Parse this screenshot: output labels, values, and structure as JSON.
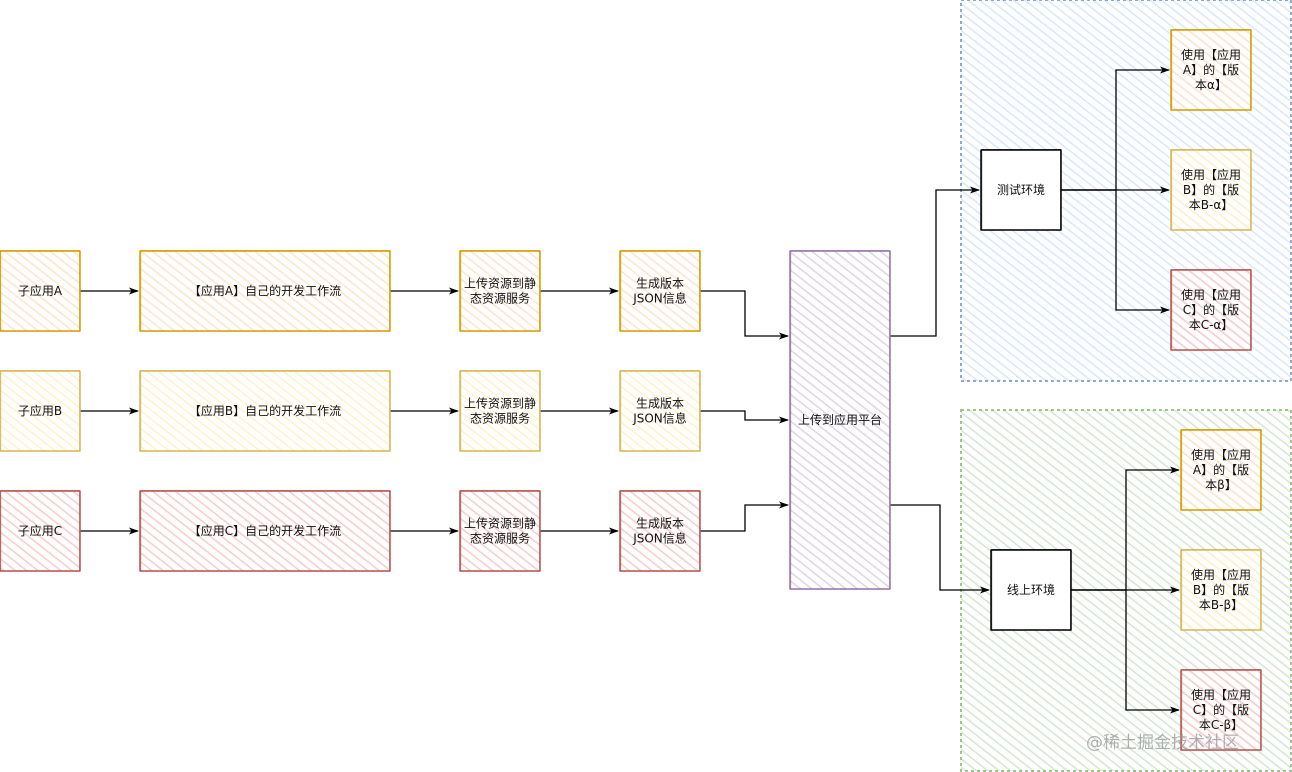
{
  "colors": {
    "orange_stroke": "#d79b00",
    "orange_fill": "#ffe6cc",
    "yellow_stroke": "#d6b656",
    "yellow_fill": "#fff2cc",
    "red_stroke": "#b85450",
    "red_fill": "#f8cecc",
    "purple_stroke": "#9673a6",
    "purple_fill": "#e1d5e7",
    "black_stroke": "#000000",
    "white_fill": "#ffffff",
    "blue_stroke": "#6c8ebf",
    "blue_fill": "#dae8fc",
    "green_stroke": "#82b366",
    "green_fill": "#d5e8d4"
  },
  "pipelines": [
    {
      "app": [
        "子应用A"
      ],
      "workflow": [
        "【应用A】自己的开发工作流"
      ],
      "upload_static": [
        "上传资源到静",
        "态资源服务"
      ],
      "gen_json": [
        "生成版本",
        "JSON信息"
      ]
    },
    {
      "app": [
        "子应用B"
      ],
      "workflow": [
        "【应用B】自己的开发工作流"
      ],
      "upload_static": [
        "上传资源到静",
        "态资源服务"
      ],
      "gen_json": [
        "生成版本",
        "JSON信息"
      ]
    },
    {
      "app": [
        "子应用C"
      ],
      "workflow": [
        "【应用C】自己的开发工作流"
      ],
      "upload_static": [
        "上传资源到静",
        "态资源服务"
      ],
      "gen_json": [
        "生成版本",
        "JSON信息"
      ]
    }
  ],
  "platform": {
    "label": [
      "上传到应用平台"
    ]
  },
  "test_env": {
    "label": [
      "测试环境"
    ],
    "versions": [
      [
        "使用【应用",
        "A】的【版",
        "本α】"
      ],
      [
        "使用【应用",
        "B】的【版",
        "本B-α】"
      ],
      [
        "使用【应用",
        "C】的【版",
        "本C-α】"
      ]
    ]
  },
  "prod_env": {
    "label": [
      "线上环境"
    ],
    "versions": [
      [
        "使用【应用",
        "A】的【版",
        "本β】"
      ],
      [
        "使用【应用",
        "B】的【版",
        "本B-β】"
      ],
      [
        "使用【应用",
        "C】的【版",
        "本C-β】"
      ]
    ]
  },
  "watermark": "@稀土掘金技术社区"
}
